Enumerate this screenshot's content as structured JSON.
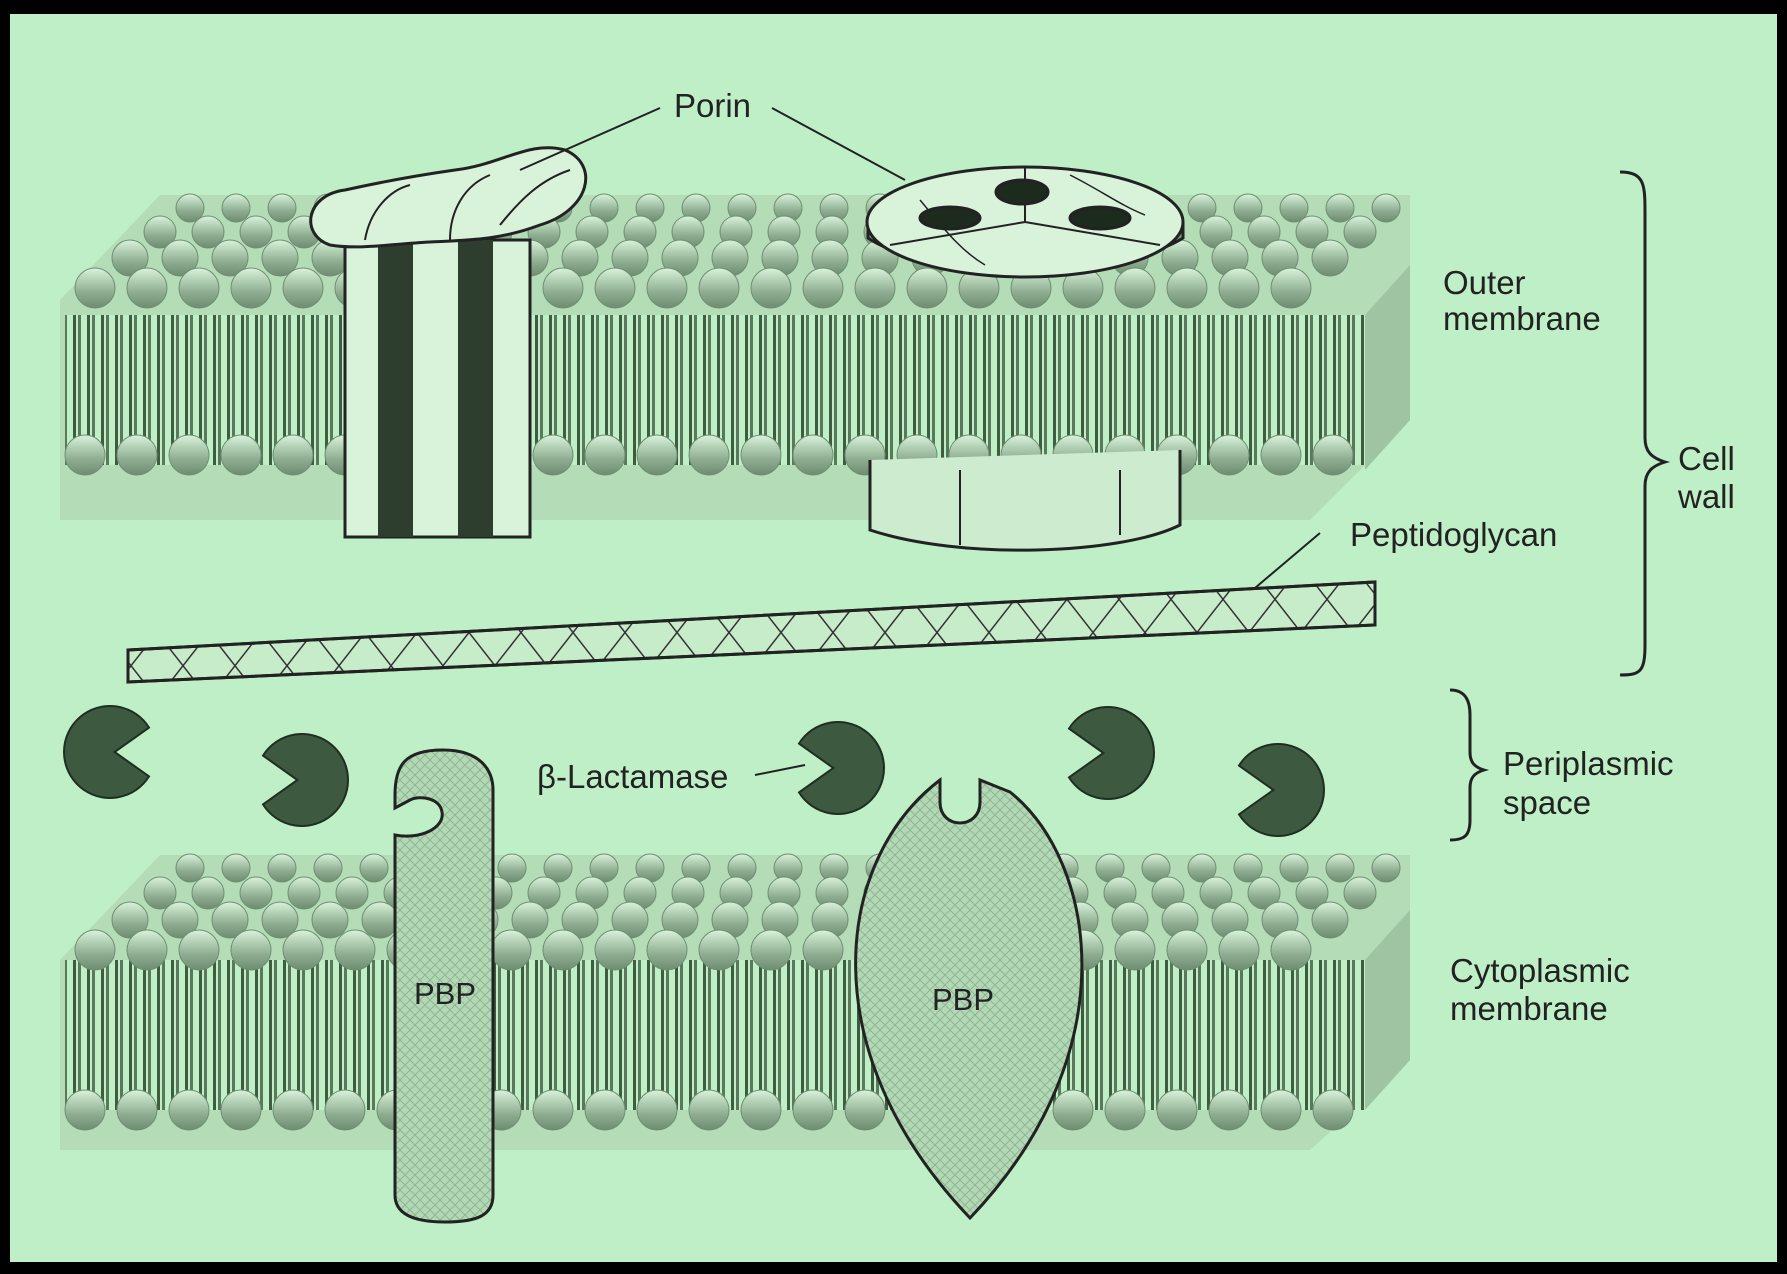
{
  "labels": {
    "porin": "Porin",
    "outer_membrane": [
      "Outer",
      "membrane"
    ],
    "cell_wall": [
      "Cell",
      "wall"
    ],
    "peptidoglycan": "Peptidoglycan",
    "beta_lactamase": "β-Lactamase",
    "periplasmic_space": [
      "Periplasmic",
      "space"
    ],
    "cytoplasmic_membrane": [
      "Cytoplasmic",
      "membrane"
    ],
    "pbp_left": "PBP",
    "pbp_right": "PBP"
  },
  "colors": {
    "background": "#bfefc6",
    "frame": "#000000",
    "ink": "#222222",
    "lipid_head": "#8fae91",
    "lipid_tail": "#4d6a4f",
    "enzyme": "#3d5a40",
    "pbp_fill": "#a9cdac"
  }
}
